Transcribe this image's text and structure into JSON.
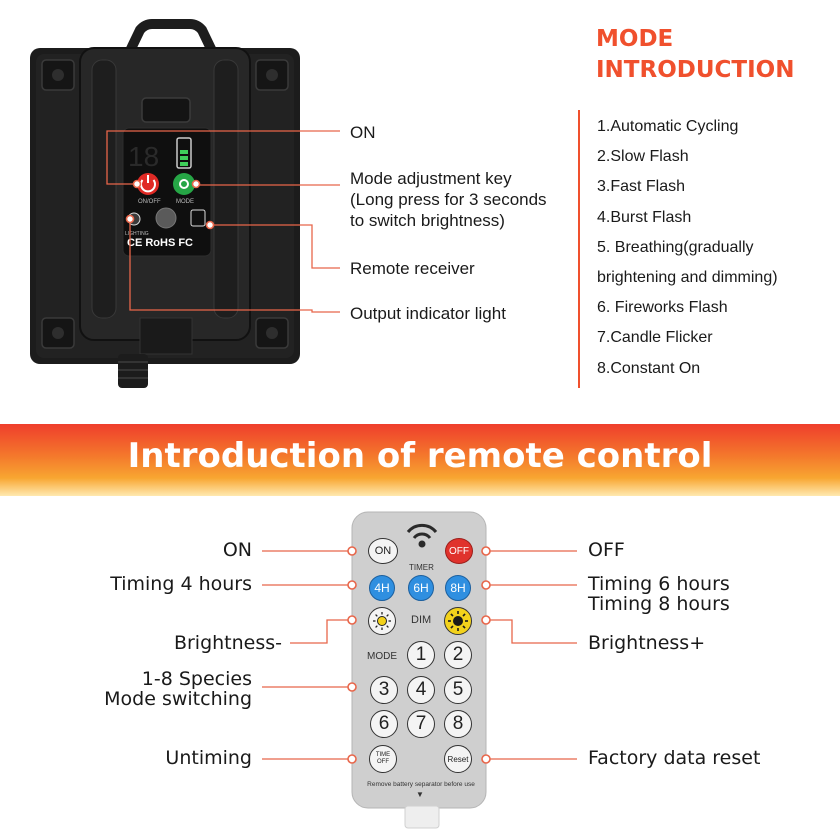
{
  "mode_intro": {
    "title_line1": "MODE",
    "title_line2": "INTRODUCTION",
    "items": [
      "1.Automatic Cycling",
      "2.Slow Flash",
      "3.Fast Flash",
      "4.Burst Flash",
      "5. Breathing(gradually",
      "brightening and dimming)",
      "6. Fireworks Flash",
      "7.Candle Flicker",
      "8.Constant On"
    ]
  },
  "controller_callouts": {
    "on": "ON",
    "mode_key_line1": "Mode adjustment key",
    "mode_key_line2": "(Long press for 3 seconds",
    "mode_key_line3": "to switch brightness)",
    "remote_receiver": "Remote receiver",
    "output_light": "Output indicator light"
  },
  "controller_device": {
    "display": "18",
    "on_off_label": "ON/OFF",
    "mode_label": "MODE",
    "lighting_label": "LIGHTING",
    "cert_marks": "CE RoHS FC"
  },
  "banner": {
    "title": "Introduction of remote control"
  },
  "remote_callouts": {
    "on": "ON",
    "timing4": "Timing 4 hours",
    "brightness_minus": "Brightness-",
    "species_line1": "1-8 Species",
    "species_line2": "Mode switching",
    "untiming": "Untiming",
    "off": "OFF",
    "timing6": "Timing 6 hours",
    "timing8": "Timing 8 hours",
    "brightness_plus": "Brightness+",
    "factory_reset": "Factory data reset"
  },
  "remote_buttons": {
    "on": "ON",
    "off": "OFF",
    "timer": "TIMER",
    "h4": "4H",
    "h6": "6H",
    "h8": "8H",
    "dim": "DIM",
    "mode": "MODE",
    "n1": "1",
    "n2": "2",
    "n3": "3",
    "n4": "4",
    "n5": "5",
    "n6": "6",
    "n7": "7",
    "n8": "8",
    "time_off": "TIME OFF",
    "reset": "Reset",
    "battery_note": "Remove battery separator before use"
  },
  "colors": {
    "accent": "#f0502d",
    "callout_line": "#e8664a",
    "timer_blue": "#2f8fe0",
    "off_red": "#e0322c",
    "sun_yellow": "#f3d21c"
  }
}
